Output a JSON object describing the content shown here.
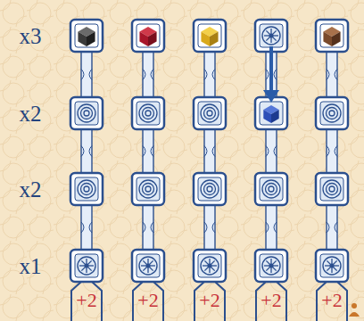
{
  "diagram": {
    "labels": [
      "x3",
      "x2",
      "x2",
      "x1",
      "+2",
      "+2",
      "+2",
      "+2",
      "+2"
    ]
  }
}
